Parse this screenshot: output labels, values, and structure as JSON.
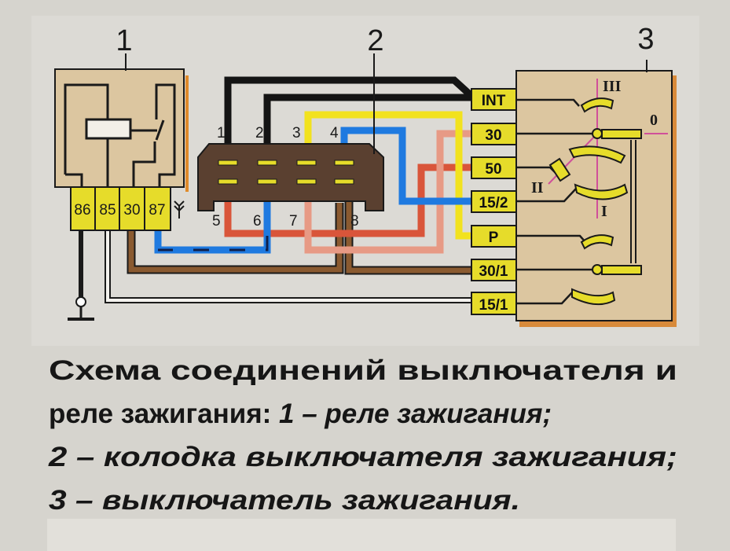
{
  "diagram": {
    "labels": {
      "relay": "1",
      "connector": "2",
      "switch": "3"
    },
    "relay_terminals": [
      "86",
      "85",
      "30",
      "87"
    ],
    "connector_pins_top": [
      "1",
      "2",
      "3",
      "4"
    ],
    "connector_pins_bottom": [
      "5",
      "6",
      "7",
      "8"
    ],
    "switch_terminals": [
      "INT",
      "30",
      "50",
      "15/2",
      "P",
      "30/1",
      "15/1"
    ],
    "switch_positions": {
      "p0": "0",
      "p1": "I",
      "p2": "II",
      "p3": "III"
    },
    "colors": {
      "relay_body": "#dcc6a0",
      "terminal": "#e6dc2a",
      "connector": "#5a4030",
      "wire_black": "#141414",
      "wire_yellow": "#f2e21e",
      "wire_blue": "#1f7ae0",
      "wire_red": "#d9553a",
      "wire_pink": "#e79a85",
      "wire_brown": "#8a5a30",
      "position_line": "#d0509a"
    }
  },
  "caption": {
    "line1": "Схема соединений выключателя и",
    "line2_plain": "реле зажигания: ",
    "line2_italic": "1 – реле зажигания;",
    "line3": "2 – колодка выключателя зажигания;",
    "line4": "3 – выключатель зажигания."
  }
}
